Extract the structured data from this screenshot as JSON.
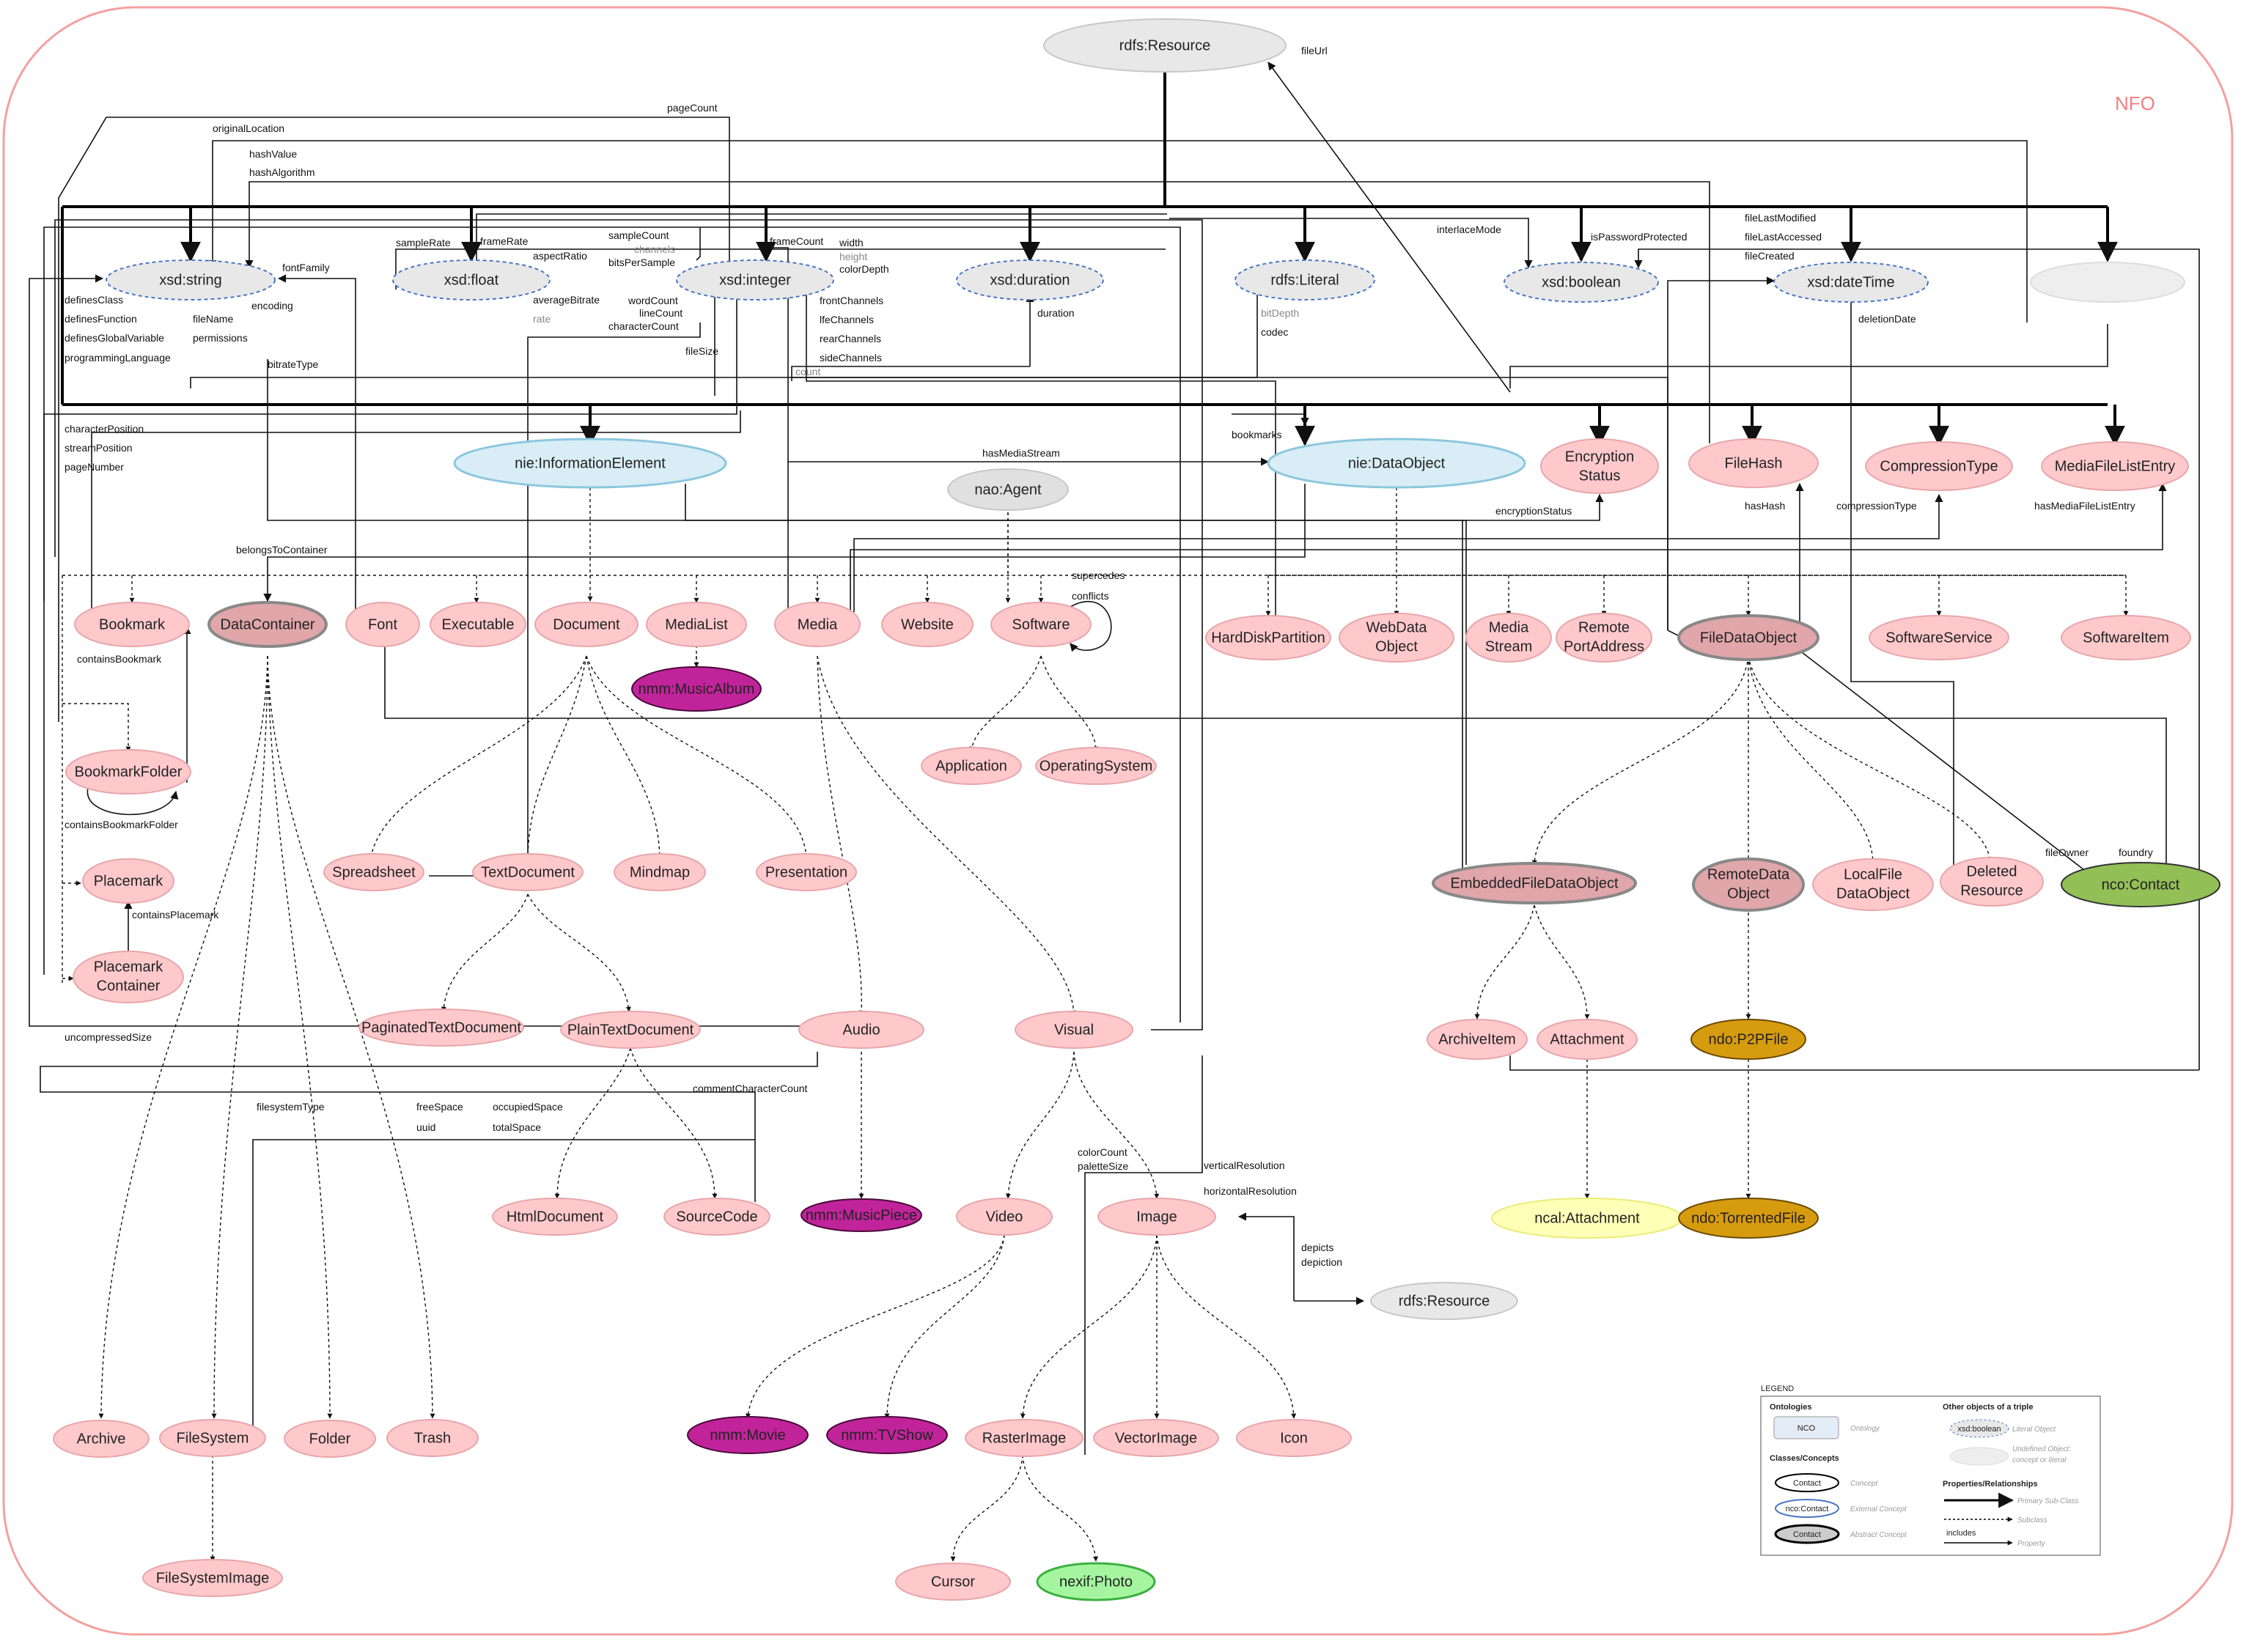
{
  "ontology_name": "NFO",
  "nodes": {
    "rdfs_resource_top": "rdfs:Resource",
    "xsd_string": "xsd:string",
    "xsd_float": "xsd:float",
    "xsd_integer": "xsd:integer",
    "xsd_duration": "xsd:duration",
    "rdfs_literal": "rdfs:Literal",
    "xsd_boolean": "xsd:boolean",
    "xsd_datetime": "xsd:dateTime",
    "information_element": "nie:InformationElement",
    "data_object": "nie:DataObject",
    "nao_agent": "nao:Agent",
    "encryption_status": [
      "Encryption",
      "Status"
    ],
    "file_hash": "FileHash",
    "compression_type": "CompressionType",
    "media_file_list_entry": "MediaFileListEntry",
    "bookmark": "Bookmark",
    "data_container": "DataContainer",
    "font": "Font",
    "executable": "Executable",
    "document": "Document",
    "media_list": "MediaList",
    "media": "Media",
    "website": "Website",
    "software": "Software",
    "music_album": "nmm:MusicAlbum",
    "application": "Application",
    "operating_system": "OperatingSystem",
    "bookmark_folder": "BookmarkFolder",
    "placemark": "Placemark",
    "placemark_container": [
      "Placemark",
      "Container"
    ],
    "spreadsheet": "Spreadsheet",
    "text_document": "TextDocument",
    "mindmap": "Mindmap",
    "presentation": "Presentation",
    "paginated_text_document": "PaginatedTextDocument",
    "plain_text_document": "PlainTextDocument",
    "audio": "Audio",
    "visual": "Visual",
    "html_document": "HtmlDocument",
    "source_code": "SourceCode",
    "music_piece": "nmm:MusicPiece",
    "video": "Video",
    "image": "Image",
    "rdfs_resource_depicts": "rdfs:Resource",
    "movie": "nmm:Movie",
    "tvshow": "nmm:TVShow",
    "raster_image": "RasterImage",
    "vector_image": "VectorImage",
    "icon": "Icon",
    "cursor": "Cursor",
    "photo": "nexif:Photo",
    "archive": "Archive",
    "file_system": "FileSystem",
    "folder": "Folder",
    "trash": "Trash",
    "file_system_image": "FileSystemImage",
    "hard_disk_partition": "HardDiskPartition",
    "webdata_object": [
      "WebData",
      "Object"
    ],
    "media_stream": [
      "Media",
      "Stream"
    ],
    "remote_port_address": [
      "Remote",
      "PortAddress"
    ],
    "file_data_object": "FileDataObject",
    "software_service": "SoftwareService",
    "software_item": "SoftwareItem",
    "embedded_file_data_object": "EmbeddedFileDataObject",
    "remote_data_object": [
      "RemoteData",
      "Object"
    ],
    "local_file_data_object": [
      "LocalFile",
      "DataObject"
    ],
    "deleted_resource": [
      "Deleted",
      "Resource"
    ],
    "nco_contact": "nco:Contact",
    "archive_item": "ArchiveItem",
    "attachment": "Attachment",
    "p2p_file": "ndo:P2PFile",
    "ncal_attachment": "ncal:Attachment",
    "torrented_file": "ndo:TorrentedFile"
  },
  "properties": {
    "file_url": "fileUrl",
    "page_count": "pageCount",
    "original_location": "originalLocation",
    "hash_value": "hashValue",
    "hash_algorithm": "hashAlgorithm",
    "sample_rate": "sampleRate",
    "frame_rate_a": "frameRate",
    "aspect_ratio": "aspectRatio",
    "sample_count": "sampleCount",
    "channels": "channels",
    "bits_per_sample": "bitsPerSample",
    "frame_count": "frameCount",
    "width": "width",
    "height": "height",
    "color_depth": "colorDepth",
    "interlace_mode": "interlaceMode",
    "is_password_protected": "isPasswordProtected",
    "file_last_modified": "fileLastModified",
    "file_last_accessed": "fileLastAccessed",
    "file_created": "fileCreated",
    "font_family": "fontFamily",
    "defines_class": "definesClass",
    "defines_function": "definesFunction",
    "defines_global_variable": "definesGlobalVariable",
    "programming_language": "programmingLanguage",
    "encoding": "encoding",
    "file_name": "fileName",
    "permissions": "permissions",
    "average_bitrate": "averageBitrate",
    "rate": "rate",
    "word_count": "wordCount",
    "line_count": "lineCount",
    "character_count": "characterCount",
    "file_size": "fileSize",
    "front_channels": "frontChannels",
    "lfe_channels": "lfeChannels",
    "rear_channels": "rearChannels",
    "side_channels": "sideChannels",
    "duration": "duration",
    "bit_depth": "bitDepth",
    "codec": "codec",
    "deletion_date": "deletionDate",
    "bitrate_type": "bitrateType",
    "count": "count",
    "character_position": "characterPosition",
    "stream_position": "streamPosition",
    "page_number": "pageNumber",
    "bookmarks": "bookmarks",
    "has_media_stream": "hasMediaStream",
    "encryption_status": "encryptionStatus",
    "has_hash": "hasHash",
    "compression_type": "compressionType",
    "has_media_file_list_entry": "hasMediaFileListEntry",
    "belongs_to_container": "belongsToContainer",
    "supercedes": "supercedes",
    "conflicts": "conflicts",
    "contains_bookmark": "containsBookmark",
    "contains_bookmark_folder": "containsBookmarkFolder",
    "contains_placemark": "containsPlacemark",
    "uncompressed_size": "uncompressedSize",
    "comment_character_count": "commentCharacterCount",
    "filesystem_type": "filesystemType",
    "free_space": "freeSpace",
    "occupied_space": "occupiedSpace",
    "uuid": "uuid",
    "total_space": "totalSpace",
    "color_count": "colorCount",
    "palette_size": "paletteSize",
    "vertical_resolution": "verticalResolution",
    "horizontal_resolution": "horizontalResolution",
    "depicts": "depicts",
    "depiction": "depiction",
    "file_owner": "fileOwner",
    "foundry": "foundry"
  },
  "legend": {
    "title": "LEGEND",
    "ontologies": "Ontologies",
    "nco": "NCO",
    "ontology": "Ontology",
    "other_objects": "Other objects of a triple",
    "literal_sample": "xsd:boolean",
    "literal_object": "Literal Object",
    "undefined_object_1": "Undefined Object:",
    "undefined_object_2": "concept or literal",
    "classes_concepts": "Classes/Concepts",
    "contact": "Contact",
    "concept": "Concept",
    "nco_contact": "nco:Contact",
    "external_concept": "External Concept",
    "abstract_concept": "Abstract Concept",
    "properties_relationships": "Properties/Relationships",
    "primary_subclass": "Primary Sub-Class",
    "subclass": "Subclass",
    "includes": "includes",
    "property": "Property"
  },
  "colors": {
    "frame": "#f4a0a0",
    "concept_fill": "#ffc9cc",
    "concept_stroke": "#e8a6aa",
    "abstract_fill": "#e0a6aa",
    "literal_fill": "#e8e8e8",
    "literal_stroke": "#4b77c4",
    "external_fill": "#d8edf5",
    "external_stroke": "#8cc7df",
    "nmm_fill": "#c1239b",
    "ndo_fill": "#d79b10",
    "nexif_fill": "#a5f5a0",
    "ncal_fill": "#ffffb8",
    "contact_fill": "#92bf56",
    "gray_fill": "#e0e0e0"
  }
}
